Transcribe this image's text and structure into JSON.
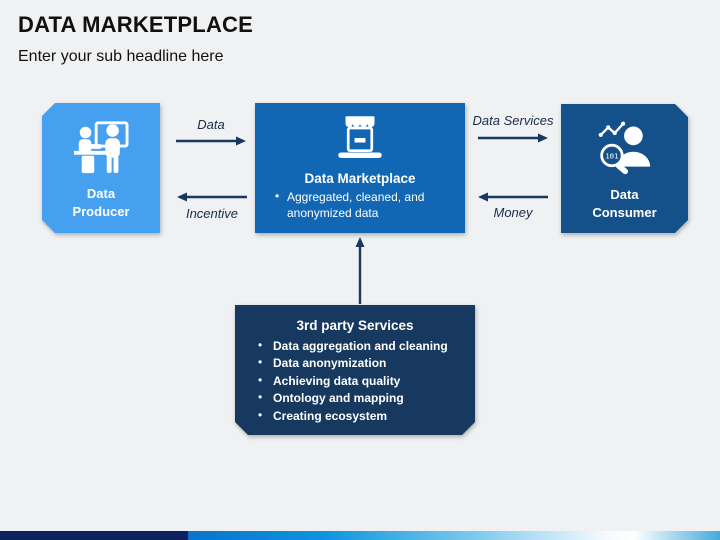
{
  "header": {
    "title": "DATA MARKETPLACE",
    "subtitle": "Enter your sub headline here"
  },
  "nodes": {
    "producer": {
      "label": "Data Producer",
      "icon": "people-at-computer-icon",
      "color": "#45a0f0"
    },
    "marketplace": {
      "title": "Data Marketplace",
      "bullets": [
        "Aggregated, cleaned, and anonymized data"
      ],
      "icon": "market-stall-icon",
      "color": "#1267b4"
    },
    "consumer": {
      "label": "Data Consumer",
      "icon": "analyst-magnifier-icon",
      "color": "#14518a"
    },
    "services": {
      "title": "3rd party Services",
      "items": [
        "Data aggregation and cleaning",
        "Data anonymization",
        "Achieving data quality",
        "Ontology and mapping",
        "Creating ecosystem"
      ],
      "color": "#17395f"
    }
  },
  "flows": {
    "data_label": "Data",
    "incentive_label": "Incentive",
    "data_services_label": "Data Services",
    "money_label": "Money",
    "arrow_color": "#17375e"
  },
  "footer": {
    "bar_colors": [
      "#0d2060",
      "#0a74c9",
      "#0e95dc",
      "#7ec9ee",
      "#ffffff",
      "#47a9dc"
    ]
  }
}
